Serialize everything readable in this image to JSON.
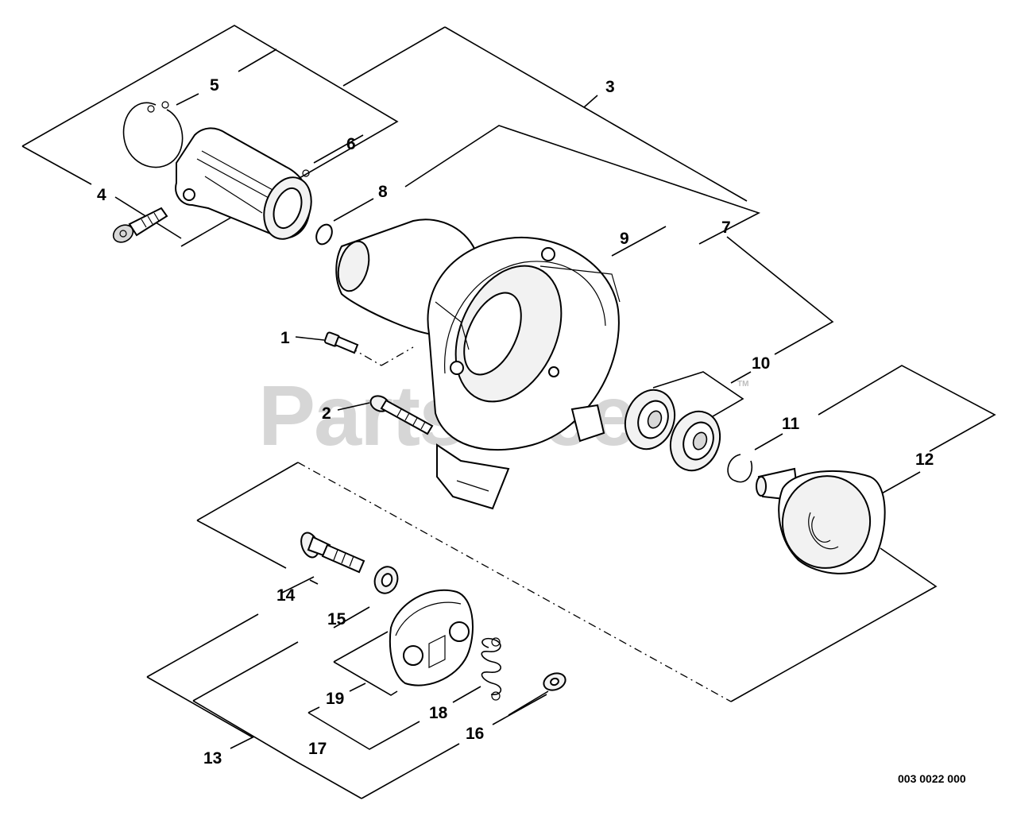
{
  "watermark": {
    "text": "PartsTree",
    "tm": "TM"
  },
  "diagram_code": "003 0022 000",
  "callouts": [
    {
      "id": "c1",
      "label": "1"
    },
    {
      "id": "c2",
      "label": "2"
    },
    {
      "id": "c3",
      "label": "3"
    },
    {
      "id": "c4",
      "label": "4"
    },
    {
      "id": "c5",
      "label": "5"
    },
    {
      "id": "c6",
      "label": "6"
    },
    {
      "id": "c7",
      "label": "7"
    },
    {
      "id": "c8",
      "label": "8"
    },
    {
      "id": "c9",
      "label": "9"
    },
    {
      "id": "c10",
      "label": "10"
    },
    {
      "id": "c11",
      "label": "11"
    },
    {
      "id": "c12",
      "label": "12"
    },
    {
      "id": "c13",
      "label": "13"
    },
    {
      "id": "c14",
      "label": "14"
    },
    {
      "id": "c15",
      "label": "15"
    },
    {
      "id": "c16",
      "label": "16"
    },
    {
      "id": "c17",
      "label": "17"
    },
    {
      "id": "c18",
      "label": "18"
    },
    {
      "id": "c19",
      "label": "19"
    }
  ]
}
